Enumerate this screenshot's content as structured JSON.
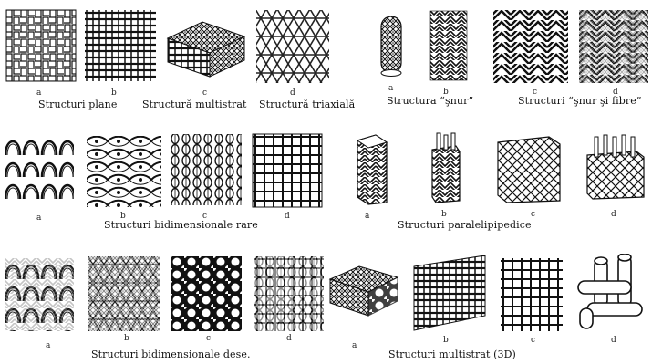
{
  "colors": {
    "ink": "#111111",
    "paper": "#ffffff",
    "hatch": "#555555"
  },
  "rows": [
    {
      "items": [
        {
          "name": "woven-plain",
          "letter": "a"
        },
        {
          "name": "woven-basket",
          "letter": "b"
        },
        {
          "name": "multilayer-block",
          "letter": "c"
        },
        {
          "name": "triaxial-weave",
          "letter": "d"
        },
        {
          "name": "braided-cord",
          "letter": "a"
        },
        {
          "name": "braided-chevron",
          "letter": "b"
        },
        {
          "name": "herringbone",
          "letter": "c"
        },
        {
          "name": "herringbone-dense",
          "letter": "d"
        }
      ],
      "captions": [
        "Structuri plane",
        "Structură multistrat",
        "Structură triaxială",
        "Structura “şnur”",
        "Structuri “şnur şi fibre”"
      ]
    },
    {
      "items": [
        {
          "name": "knit-loops",
          "letter": "a"
        },
        {
          "name": "net-wave",
          "letter": "b"
        },
        {
          "name": "knit-columns",
          "letter": "c"
        },
        {
          "name": "grid-knit",
          "letter": "d"
        },
        {
          "name": "braided-prism",
          "letter": "a"
        },
        {
          "name": "braided-prism-rods",
          "letter": "b"
        },
        {
          "name": "diamond-box",
          "letter": "c"
        },
        {
          "name": "diamond-box-rods",
          "letter": "d"
        }
      ],
      "captions": [
        "Structuri bidimensionale rare",
        "Structuri paralelipipedice"
      ]
    },
    {
      "items": [
        {
          "name": "knit-loops-dense",
          "letter": "a"
        },
        {
          "name": "dense-mesh",
          "letter": "b"
        },
        {
          "name": "hex-mesh",
          "letter": "c"
        },
        {
          "name": "dense-grid",
          "letter": "d"
        },
        {
          "name": "foam-block",
          "letter": "a"
        },
        {
          "name": "woven-sheet",
          "letter": "b"
        },
        {
          "name": "open-grid",
          "letter": "c"
        },
        {
          "name": "rod-3d",
          "letter": "d"
        }
      ],
      "captions": [
        "Structuri bidimensionale dese.",
        "Structuri multistrat (3D)"
      ]
    }
  ]
}
